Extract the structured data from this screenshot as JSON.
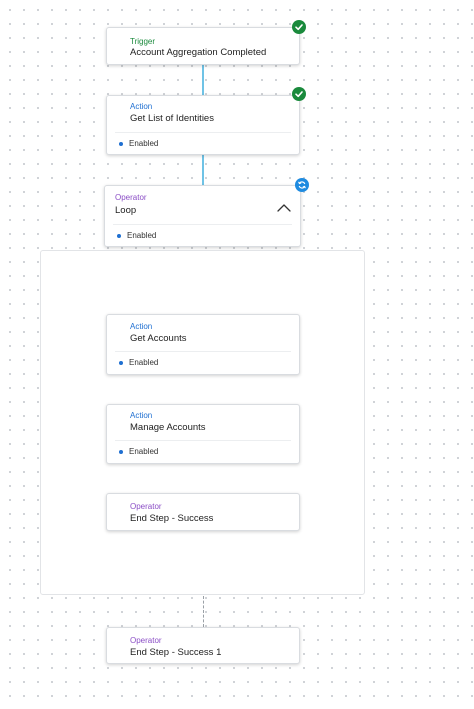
{
  "workflow": {
    "trigger": {
      "type_label": "Trigger",
      "title": "Account Aggregation Completed",
      "badge": "check-circle-icon",
      "badge_color": "#1a8a3c"
    },
    "action_get_identities": {
      "type_label": "Action",
      "title": "Get List of Identities",
      "status": "Enabled",
      "badge": "check-circle-icon",
      "badge_color": "#1a8a3c"
    },
    "operator_loop": {
      "type_label": "Operator",
      "title": "Loop",
      "status": "Enabled",
      "badge": "sync-icon",
      "badge_color": "#1f8be0"
    },
    "loop_body": {
      "action_get_accounts": {
        "type_label": "Action",
        "title": "Get Accounts",
        "status": "Enabled"
      },
      "action_manage_accounts": {
        "type_label": "Action",
        "title": "Manage Accounts",
        "status": "Enabled"
      },
      "operator_end_success": {
        "type_label": "Operator",
        "title": "End Step - Success"
      }
    },
    "operator_end_success_1": {
      "type_label": "Operator",
      "title": "End Step - Success 1"
    }
  },
  "colors": {
    "trigger": "#1a8a3c",
    "action": "#1f6fd1",
    "operator": "#8b4ec6",
    "connector_active": "#6fc3e6"
  }
}
